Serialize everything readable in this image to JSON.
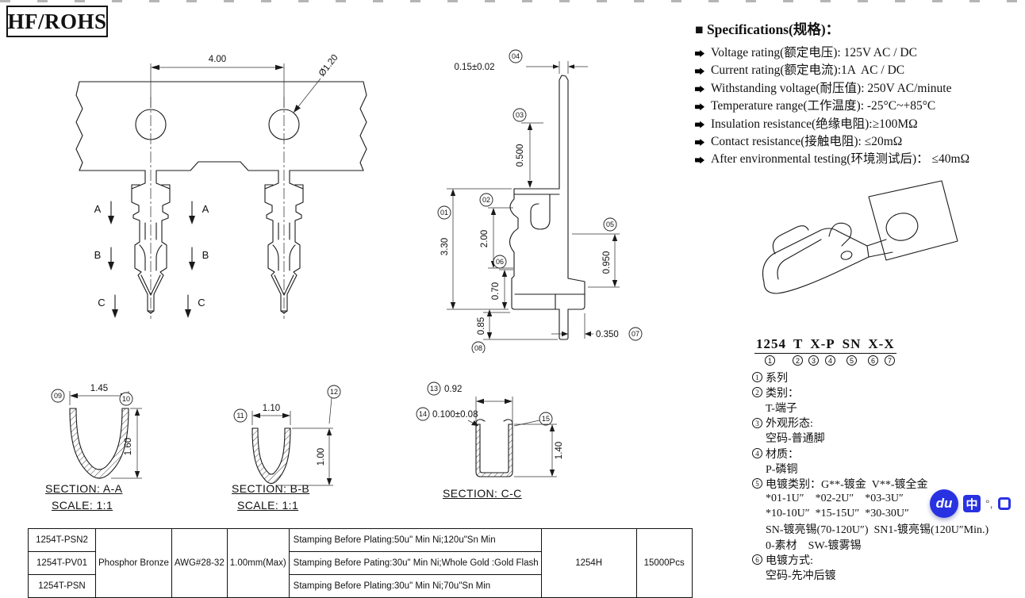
{
  "header": {
    "badge": "HF/ROHS"
  },
  "specs": {
    "title": "■ Specifications(规格)：",
    "items": [
      "Voltage rating(额定电压): 125V AC / DC",
      "Current rating(额定电流):1A  AC / DC",
      "Withstanding voltage(耐压值): 250V AC/minute",
      "Temperature range(工作温度): -25°C~+85°C",
      "Insulation resistance(绝缘电阻):≥100MΩ",
      "Contact resistance(接触电阻): ≤20mΩ",
      "After environmental testing(环境测试后)： ≤40mΩ"
    ]
  },
  "front_view": {
    "dim_pitch": "4.00",
    "dim_hole_dia": "Ø1.20",
    "section_a": "A",
    "section_b": "B",
    "section_c": "C"
  },
  "side_view": {
    "d01": {
      "n": "01",
      "v": "3.30"
    },
    "d02": {
      "n": "02",
      "v": "2.00"
    },
    "d03": {
      "n": "03",
      "v": "0.500"
    },
    "d04": {
      "n": "04",
      "v": "0.15±0.02"
    },
    "d05": {
      "n": "05",
      "v": "0.950"
    },
    "d06": {
      "n": "06",
      "v": "0.70"
    },
    "d07": {
      "n": "07",
      "v": "0.350"
    },
    "d08": {
      "n": "08",
      "v": "0.85"
    }
  },
  "sections": {
    "a": {
      "title": "SECTION: A-A",
      "scale": "SCALE: 1:1",
      "d09": {
        "n": "09",
        "v": "1.45"
      },
      "d10": {
        "n": "10",
        "v": "1.60"
      }
    },
    "b": {
      "title": "SECTION: B-B",
      "scale": "SCALE: 1:1",
      "d11": {
        "n": "11",
        "v": "1.10"
      },
      "d12": {
        "n": "12",
        "v": "1.00"
      }
    },
    "c": {
      "title": "SECTION: C-C",
      "d13": {
        "n": "13",
        "v": "0.92"
      },
      "d14": {
        "n": "14",
        "v": "0.100±0.08"
      },
      "d15": {
        "n": "15",
        "v": "1.40"
      }
    }
  },
  "part_code": {
    "groups": [
      "1254",
      "T",
      "X-P",
      "SN",
      "X-X"
    ],
    "balloons": [
      "1",
      "2",
      "3",
      "4",
      "5",
      "6",
      "7"
    ],
    "lines": [
      {
        "n": "1",
        "t": "系列"
      },
      {
        "n": "2",
        "t": "类别："
      },
      {
        "t": "T-端子"
      },
      {
        "n": "3",
        "t": "外观形态:"
      },
      {
        "t": "空码-普通脚"
      },
      {
        "n": "4",
        "t": "材质："
      },
      {
        "t": "P-磷铜"
      },
      {
        "n": "5",
        "t": "电镀类别：G**-镀金  V**-镀全金"
      },
      {
        "t": "*01-1U″    *02-2U″    *03-3U″"
      },
      {
        "t": "*10-10U″  *15-15U″  *30-30U″"
      },
      {
        "t": "SN-镀亮锡(70-120U″)  SN1-镀亮锡(120U″Min.)"
      },
      {
        "t": "0-素材    SW-镀雾锡"
      },
      {
        "n": "6",
        "t": "电镀方式:"
      },
      {
        "t": "空码-先冲后镀"
      }
    ]
  },
  "table": {
    "rows": [
      {
        "part": "1254T-PSN2",
        "plating": "Stamping Before Plating:50u\" Min Ni;120u\"Sn Min"
      },
      {
        "part": "1254T-PV01",
        "plating": "Stamping Before Pating:30u\" Min Ni;Whole Gold :Gold Flash"
      },
      {
        "part": "1254T-PSN",
        "plating": "Stamping Before Plating:30u\" Min Ni;70u\"Sn Min"
      }
    ],
    "material": "Phosphor Bronze",
    "awg": "AWG#28-32",
    "wire": "1.00mm(Max)",
    "housing": "1254H",
    "qty": "15000Pcs"
  },
  "watermark": {
    "logo": "du",
    "lang": "中",
    "punct": "°,"
  }
}
